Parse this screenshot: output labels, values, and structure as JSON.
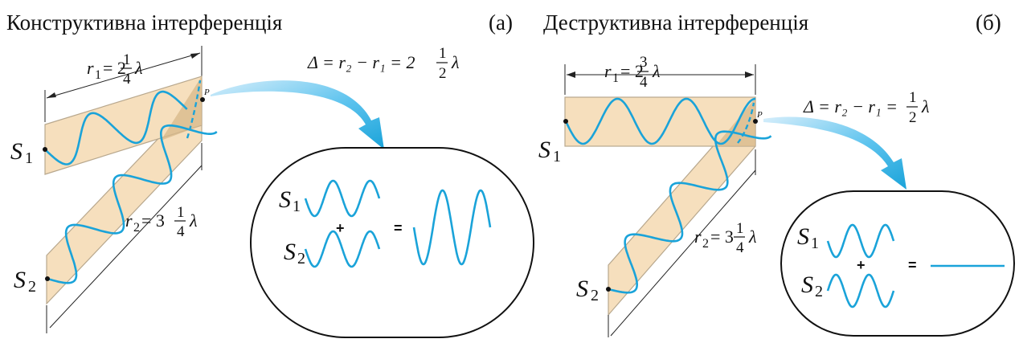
{
  "panel_a": {
    "title": "Конструктивна інтерференція",
    "tag": "(a)",
    "r1": {
      "lhs": "r",
      "sub": "1",
      "eq": "= 2",
      "num": "1",
      "den": "4",
      "unit": "λ"
    },
    "r2": {
      "lhs": "r",
      "sub": "2",
      "eq": "= 3",
      "num": "1",
      "den": "4",
      "unit": "λ"
    },
    "delta": {
      "text": "Δ = r₂ − r₁ = 2",
      "num": "1",
      "den": "2",
      "unit": "λ"
    },
    "source1": {
      "main": "S",
      "sub": "1"
    },
    "source2": {
      "main": "S",
      "sub": "2"
    },
    "point": "P",
    "oval": {
      "s1": {
        "main": "S",
        "sub": "1"
      },
      "s2": {
        "main": "S",
        "sub": "2"
      },
      "plus": "+",
      "equals": "="
    }
  },
  "panel_b": {
    "title": "Деструктивна інтерференція",
    "tag": "(б)",
    "r1": {
      "lhs": "r",
      "sub": "1",
      "eq": "= 2",
      "num": "3",
      "den": "4",
      "unit": "λ"
    },
    "r2": {
      "lhs": "r",
      "sub": "2",
      "eq": "= 3",
      "num": "1",
      "den": "4",
      "unit": "λ"
    },
    "delta": {
      "text": "Δ = r₂ − r₁ =",
      "num": "1",
      "den": "2",
      "unit": "λ"
    },
    "source1": {
      "main": "S",
      "sub": "1"
    },
    "source2": {
      "main": "S",
      "sub": "2"
    },
    "point": "P",
    "oval": {
      "s1": {
        "main": "S",
        "sub": "1"
      },
      "s2": {
        "main": "S",
        "sub": "2"
      },
      "plus": "+",
      "equals": "="
    }
  },
  "colors": {
    "wave": "#1aa3d9",
    "beam": "#f6dfbd",
    "arrow": "#1aa3d9"
  }
}
